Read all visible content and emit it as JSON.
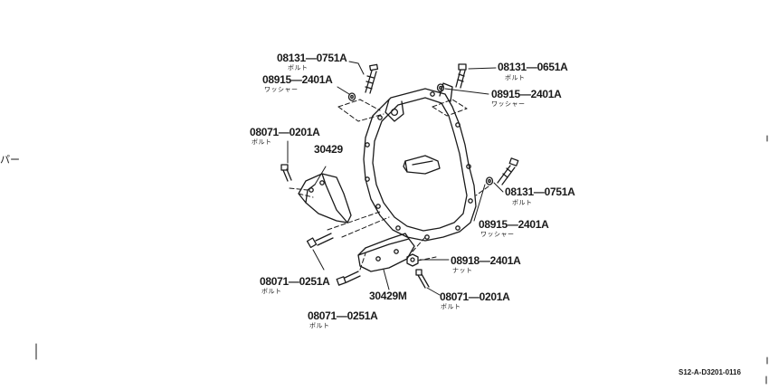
{
  "labels": {
    "p1": "08131—0751A",
    "p1_sub": "ボルト",
    "p2": "08915—2401A",
    "p2_sub": "ワッシャー",
    "p3": "08131—0651A",
    "p3_sub": "ボルト",
    "p4": "08915—2401A",
    "p4_sub": "ワッシャー",
    "p5": "08071—0201A",
    "p5_sub": "ボルト",
    "p6": "30429",
    "p7": "08131—0751A",
    "p7_sub": "ボルト",
    "p8": "08915—2401A",
    "p8_sub": "ワッシャー",
    "p9": "08918—2401A",
    "p9_sub": "ナット",
    "p10": "08071—0251A",
    "p10_sub": "ボルト",
    "p11": "30429M",
    "p12": "08071—0201A",
    "p12_sub": "ボルト",
    "p13": "08071—0251A",
    "p13_sub": "ボルト"
  },
  "left_fragment": "パー",
  "diagram_code": "S12-A-D3201-0116",
  "colors": {
    "ink": "#1a1a1a",
    "paper": "#ffffff"
  }
}
